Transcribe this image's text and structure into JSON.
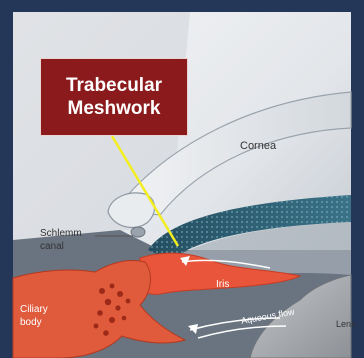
{
  "callout": {
    "line1": "Trabecular",
    "line2": "Meshwork"
  },
  "labels": {
    "cornea": "Cornea",
    "schlemm_line1": "Schlemm",
    "schlemm_line2": "canal",
    "iris": "Iris",
    "ciliary_line1": "Ciliary",
    "ciliary_line2": "body",
    "aqueous_flow": "Aqueous flow",
    "lens": "Lens"
  },
  "colors": {
    "frame": "#253759",
    "callout_fill": "#8b1a1c",
    "pointer": "#f2ee1f",
    "iris": "#e8553a",
    "meshwork": "#2c5f73"
  }
}
